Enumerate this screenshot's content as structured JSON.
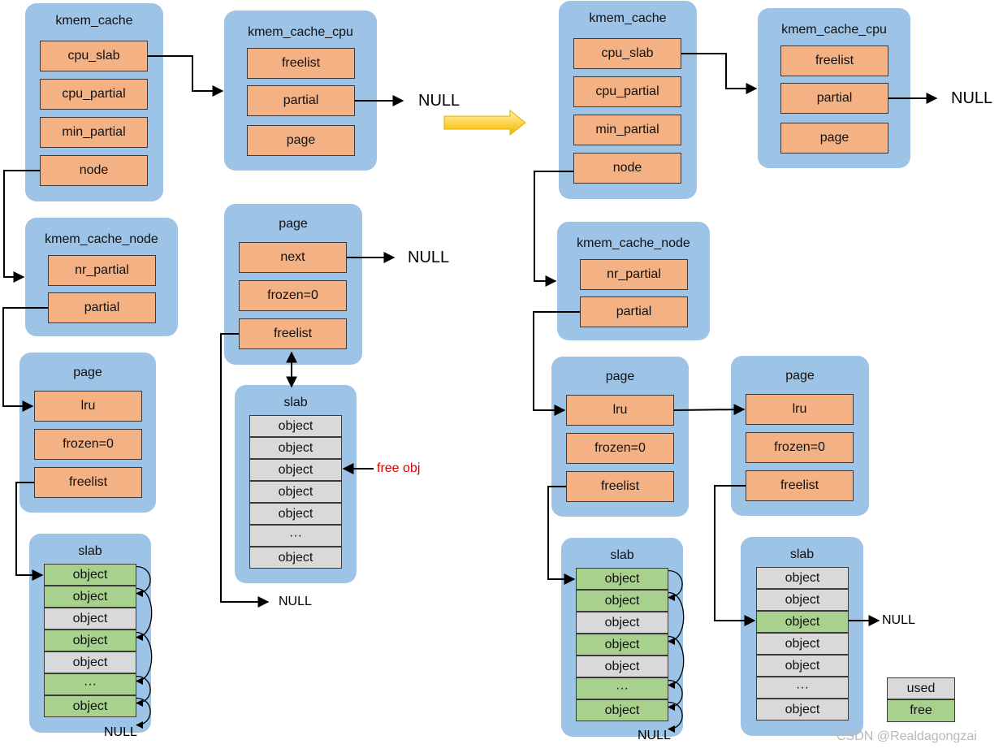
{
  "labels": {
    "kmem_cache": "kmem_cache",
    "kmem_cache_cpu": "kmem_cache_cpu",
    "kmem_cache_node": "kmem_cache_node",
    "page": "page",
    "slab": "slab",
    "cpu_slab": "cpu_slab",
    "cpu_partial": "cpu_partial",
    "min_partial": "min_partial",
    "node": "node",
    "freelist": "freelist",
    "partial": "partial",
    "nr_partial": "nr_partial",
    "lru": "lru",
    "frozen": "frozen=0",
    "next": "next",
    "object": "object",
    "ellipsis": "···",
    "null": "NULL",
    "free_obj": "free obj"
  },
  "legend": {
    "used": "used",
    "free": "free"
  },
  "watermark": "CSDN @Realdagongzai",
  "colors": {
    "container": "#9dc3e6",
    "field": "#f4b183",
    "used": "#d9d9d9",
    "free": "#a9d18e",
    "arrow": "#ffd54f"
  },
  "slabs": {
    "left_partial": [
      "free",
      "free",
      "used",
      "free",
      "used",
      "free-ellipsis",
      "free"
    ],
    "cpu_slab": [
      "used",
      "used",
      "used",
      "used",
      "used",
      "used-ellipsis",
      "used"
    ],
    "right_first": [
      "free",
      "free",
      "used",
      "free",
      "used",
      "free-ellipsis",
      "free"
    ],
    "right_second": [
      "used",
      "used",
      "free",
      "used",
      "used",
      "used-ellipsis",
      "used"
    ]
  }
}
